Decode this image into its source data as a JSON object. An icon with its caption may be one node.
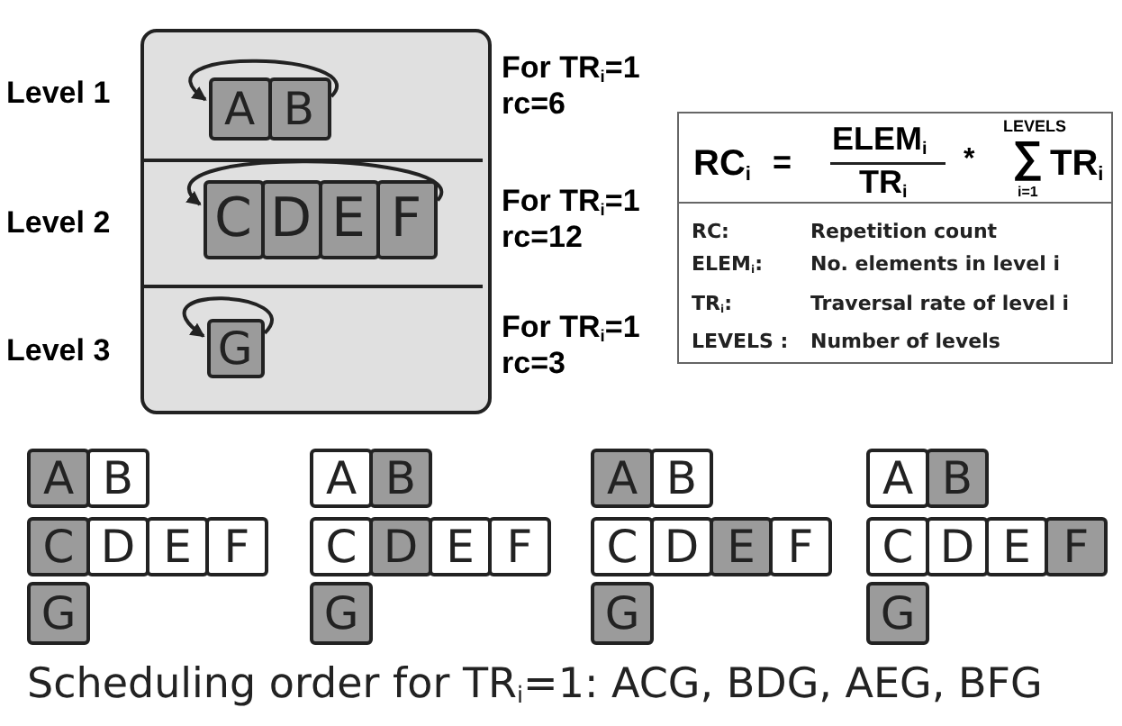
{
  "diagram": {
    "caption": "Scheduling order for TR$_{i}$=1: ACG, BDG, AEG, BFG",
    "nodes": [
      {
        "text": [],
        "shape": "box"
      },
      {
        "text": [
          "Level 1"
        ],
        "beside": [
          "For TR$_{i}$=1",
          "rc=6"
        ],
        "in": 0
      },
      {
        "text": [
          "A"
        ],
        "in": 1
      },
      {
        "text": [
          "B"
        ],
        "in": 1
      },
      {
        "text": [
          "Level 2"
        ],
        "beside": [
          "For TR$_{i}$=1",
          "rc=12"
        ],
        "in": 0
      },
      {
        "text": [
          "C"
        ],
        "in": 4
      },
      {
        "text": [
          "D"
        ],
        "in": 4
      },
      {
        "text": [
          "E"
        ],
        "in": 4
      },
      {
        "text": [
          "F"
        ],
        "in": 4
      },
      {
        "text": [
          "Level 3"
        ],
        "beside": [
          "For TR$_{i}$=1",
          "rc=3"
        ],
        "in": 0
      },
      {
        "text": [
          "G"
        ],
        "in": 9
      },
      {
        "text": [
          "RC$_{i}$",
          "=",
          "ELEM$_{i}$",
          "TR$_{i}$",
          "*",
          "LEVELS",
          "∑",
          "i=1",
          "TR$_{i}$"
        ]
      },
      {
        "text": [
          "RC:",
          "Repetition count",
          "ELEM$_{i}$:",
          "No. elements in level i",
          "TR$_{i}$:",
          "Traversal rate of level i",
          "LEVELS :",
          "Number of levels"
        ]
      },
      {
        "text": [
          "A"
        ]
      },
      {
        "text": [
          "B"
        ]
      },
      {
        "text": [
          "C"
        ]
      },
      {
        "text": [
          "D"
        ]
      },
      {
        "text": [
          "E"
        ]
      },
      {
        "text": [
          "F"
        ]
      },
      {
        "text": [
          "G"
        ]
      },
      {
        "text": [
          "A"
        ]
      },
      {
        "text": [
          "B"
        ]
      },
      {
        "text": [
          "C"
        ]
      },
      {
        "text": [
          "D"
        ]
      },
      {
        "text": [
          "E"
        ]
      },
      {
        "text": [
          "F"
        ]
      },
      {
        "text": [
          "G"
        ]
      },
      {
        "text": [
          "A"
        ]
      },
      {
        "text": [
          "B"
        ]
      },
      {
        "text": [
          "C"
        ]
      },
      {
        "text": [
          "D"
        ]
      },
      {
        "text": [
          "E"
        ]
      },
      {
        "text": [
          "F"
        ]
      },
      {
        "text": [
          "G"
        ]
      },
      {
        "text": [
          "A"
        ]
      },
      {
        "text": [
          "B"
        ]
      },
      {
        "text": [
          "C"
        ]
      },
      {
        "text": [
          "D"
        ]
      },
      {
        "text": [
          "E"
        ]
      },
      {
        "text": [
          "F"
        ]
      },
      {
        "text": [
          "G"
        ]
      }
    ],
    "edges": [
      {
        "from": 3,
        "to": 2,
        "arrow": "to"
      },
      {
        "from": 8,
        "to": 5,
        "arrow": "to"
      },
      {
        "from": 10,
        "to": 10,
        "arrow": "to"
      }
    ]
  }
}
